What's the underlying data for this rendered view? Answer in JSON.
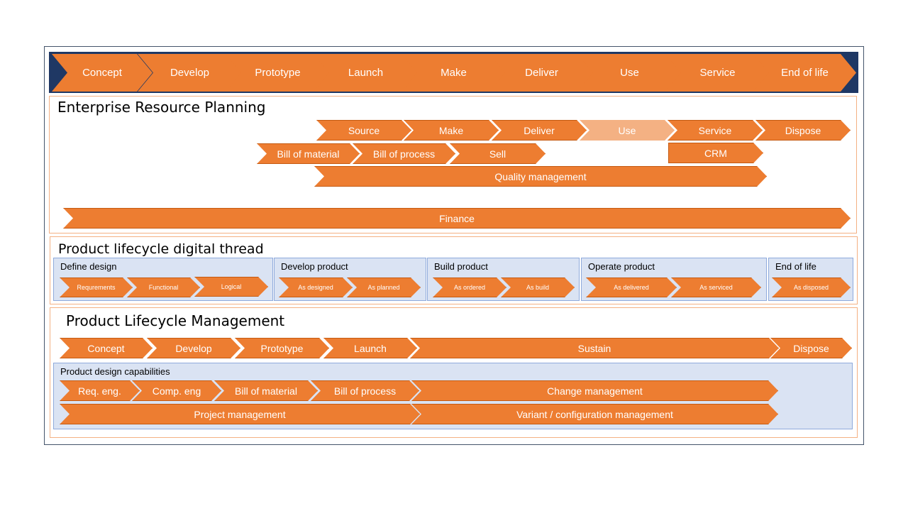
{
  "top_phases": [
    "Concept",
    "Develop",
    "Prototype",
    "Launch",
    "Make",
    "Deliver",
    "Use",
    "Service",
    "End of life"
  ],
  "erp": {
    "title": "Enterprise Resource Planning",
    "row1": [
      "Source",
      "Make",
      "Deliver",
      "Use",
      "Service",
      "Dispose"
    ],
    "bill_of_material": "Bill of material",
    "bill_of_process": "Bill of process",
    "sell": "Sell",
    "crm": "CRM",
    "quality": "Quality management",
    "finance": "Finance"
  },
  "thread": {
    "title": "Product lifecycle digital thread",
    "groups": [
      {
        "title": "Define design",
        "items": [
          "Requrements",
          "Functional",
          "Logical"
        ]
      },
      {
        "title": "Develop product",
        "items": [
          "As designed",
          "As planned"
        ]
      },
      {
        "title": "Build product",
        "items": [
          "As ordered",
          "As  build"
        ]
      },
      {
        "title": "Operate product",
        "items": [
          "As delivered",
          "As  serviced"
        ]
      },
      {
        "title": "End of life",
        "items": [
          "As disposed"
        ]
      }
    ]
  },
  "plm": {
    "title": "Product Lifecycle Management",
    "phases": [
      "Concept",
      "Develop",
      "Prototype",
      "Launch",
      "Sustain",
      "Dispose"
    ],
    "capabilities_title": "Product design capabilities",
    "cap_row1": [
      "Req. eng.",
      "Comp. eng",
      "Bill of material",
      "Bill of process",
      "Change management"
    ],
    "project_management": "Project management",
    "variant_management": "Variant / configuration management"
  }
}
